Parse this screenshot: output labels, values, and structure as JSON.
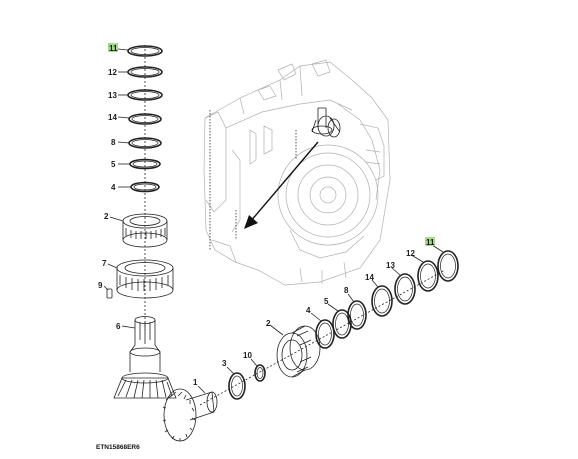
{
  "diagram": {
    "reference_code": "ETN15868ER6",
    "callouts": {
      "c11_top": "11",
      "c12_left": "12",
      "c13_left": "13",
      "c14_left": "14",
      "c8_left": "8",
      "c5_left": "5",
      "c4_left": "4",
      "c2_left": "2",
      "c7": "7",
      "c9": "9",
      "c6": "6",
      "c1": "1",
      "c3": "3",
      "c10": "10",
      "c2_right": "2",
      "c4_right": "4",
      "c5_right": "5",
      "c8_right": "8",
      "c14_right": "14",
      "c13_right": "13",
      "c12_right": "12",
      "c11_right": "11"
    },
    "highlight_color": "#a6d98c"
  }
}
